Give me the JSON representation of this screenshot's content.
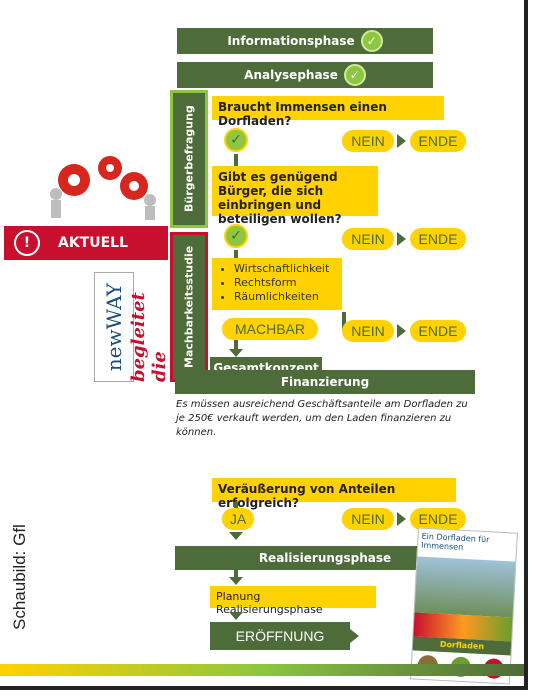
{
  "phases": {
    "information": "Informationsphase",
    "analysis": "Analysephase",
    "financing": "Finanzierung",
    "realization": "Realisierungsphase"
  },
  "side_labels": {
    "survey": "Bürgerbefragung",
    "feasibility": "Machbarkeitsstudie"
  },
  "questions": {
    "q1": "Braucht Immensen einen Dorfladen?",
    "q2": "Gibt es genügend Bürger, die sich einbringen und beteiligen wollen?",
    "q3": "Veräußerung von Anteilen erfolgreich?"
  },
  "answers": {
    "nein": "NEIN",
    "ende": "ENDE",
    "ja": "JA",
    "machbar": "MACHBAR"
  },
  "criteria": [
    "Wirtschaftlichkeit",
    "Rechtsform",
    "Räumlichkeiten"
  ],
  "steps": {
    "concept": "Gesamtkonzept",
    "planning": "Planung Realisierungsphase",
    "opening": "ERÖFFNUNG"
  },
  "financing_note": "Es müssen ausreichend Geschäftsanteile am Dorfladen zu je 250€ verkauft werden, um den Laden finanzieren zu können.",
  "status_badge": "AKTUELL",
  "partner": {
    "logo_text": "newWAY",
    "handwritten": "begleitet die"
  },
  "credit": "Schaubild: Gfl",
  "brochure": {
    "title": "Ein Dorfladen für Immensen",
    "logo": "Dorfladen"
  },
  "colors": {
    "dark_green": "#4e6b3a",
    "yellow": "#ffd200",
    "light_green": "#8dc63f",
    "red": "#c8102e"
  }
}
